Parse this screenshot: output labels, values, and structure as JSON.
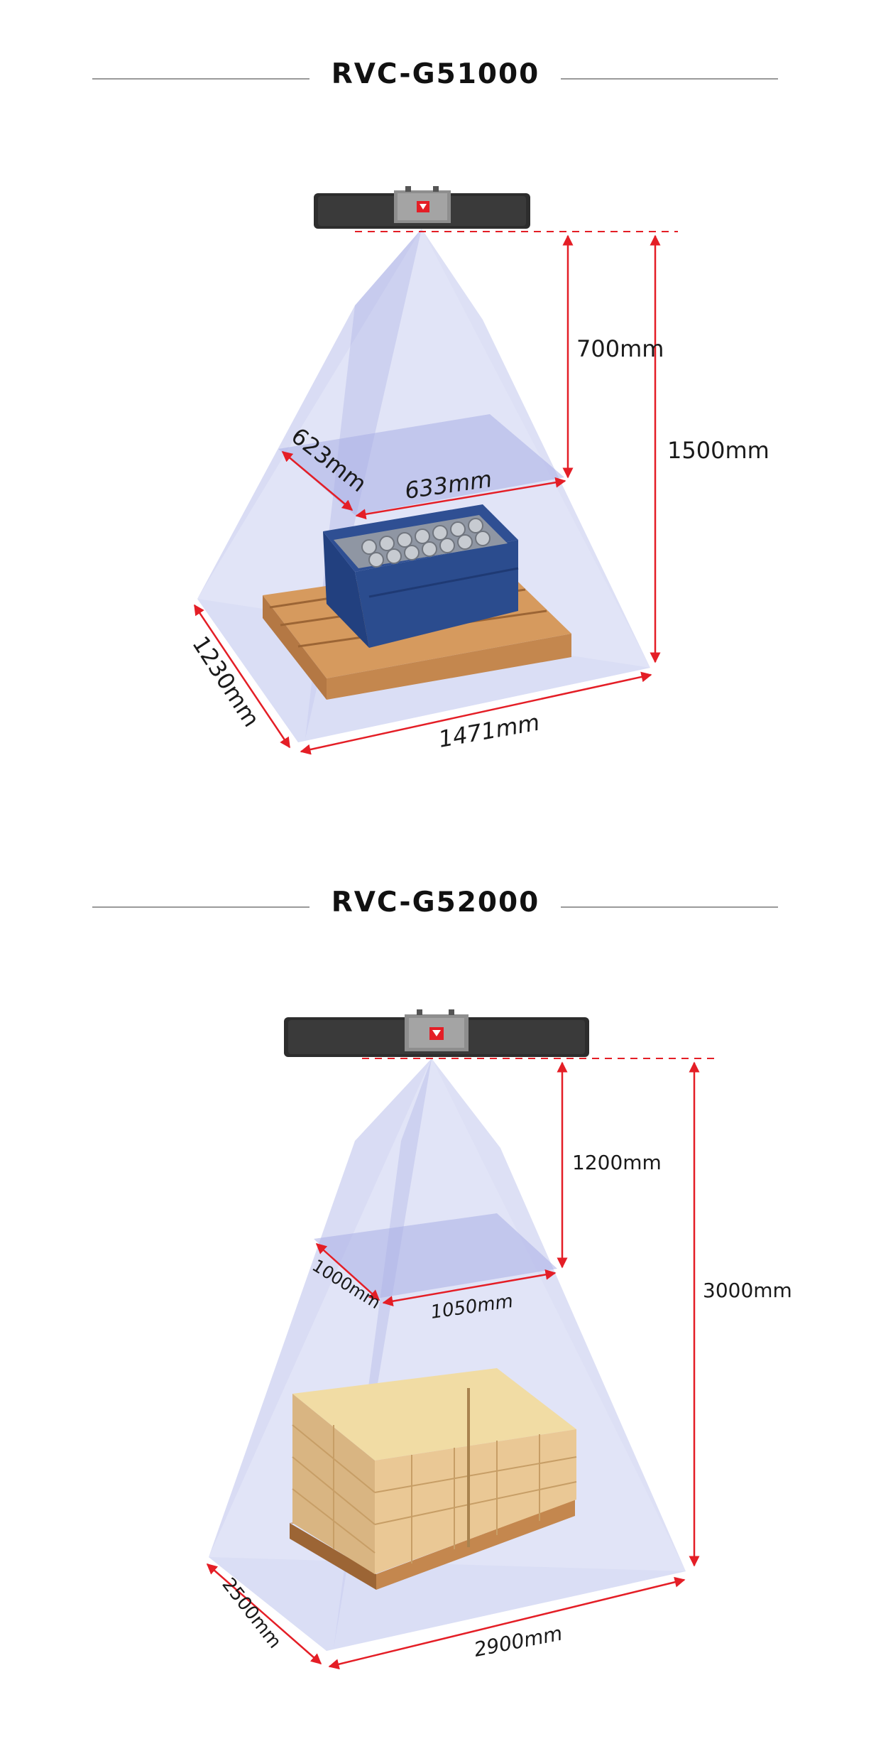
{
  "sections": [
    {
      "model": "RVC-G51000",
      "near_height": "700mm",
      "far_height": "1500mm",
      "near_depth": "623mm",
      "near_width": "633mm",
      "far_depth": "1230mm",
      "far_width": "1471mm"
    },
    {
      "model": "RVC-G52000",
      "near_height": "1200mm",
      "far_height": "3000mm",
      "near_depth": "1000mm",
      "near_width": "1050mm",
      "far_depth": "2500mm",
      "far_width": "2900mm"
    }
  ],
  "colors": {
    "frustum": "#b7bde8",
    "arrow": "#e41e26",
    "camera_body": "#2d2d2d",
    "logo": "#e41e26"
  },
  "icons": [
    "camera-device-icon",
    "crate-icon",
    "pallet-icon",
    "boxes-icon"
  ]
}
